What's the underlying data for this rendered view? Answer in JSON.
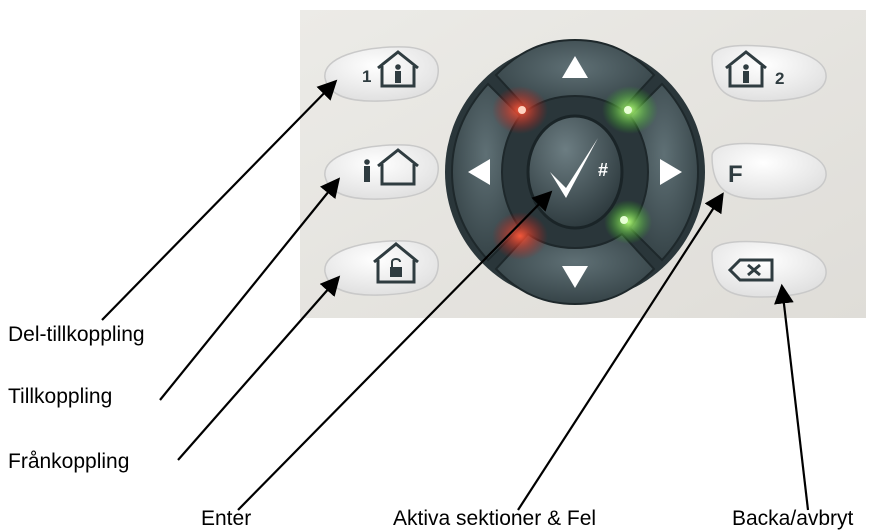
{
  "buttons": {
    "partial_arm_1": {
      "digit": "1"
    },
    "partial_arm_2": {
      "digit": "2"
    },
    "function": {
      "label": "F"
    },
    "enter": {
      "symbol": "#"
    }
  },
  "callouts": {
    "del_tillkoppling": "Del-tillkoppling",
    "tillkoppling": "Tillkoppling",
    "frankoppling": "Frånkoppling",
    "enter": "Enter",
    "aktiva": "Aktiva sektioner & Fel",
    "backa": "Backa/avbryt"
  },
  "colors": {
    "panel": "#e6e4df",
    "ring": "#3e4d52",
    "red_led": "#e0241b",
    "green_led": "#3fd12a",
    "key_face": "#fafafa"
  }
}
